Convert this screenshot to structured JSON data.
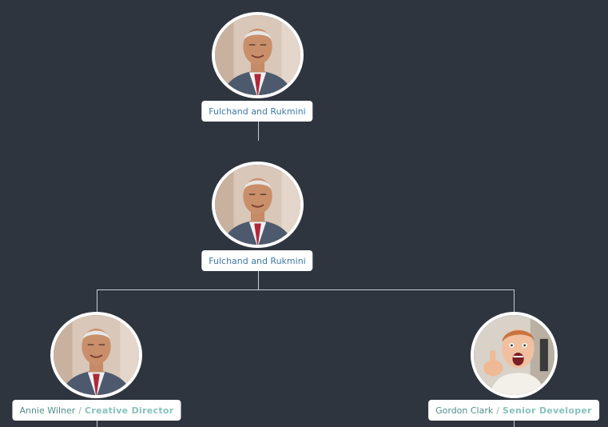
{
  "tree": {
    "root": {
      "name": "Fulchand and Rukmini",
      "photo": "elderly-man-portrait"
    },
    "level2": {
      "name": "Fulchand and Rukmini",
      "photo": "elderly-man-portrait"
    },
    "children": [
      {
        "name": "Annie Wilner",
        "separator": "/",
        "role": "Creative Director",
        "photo": "elderly-man-portrait"
      },
      {
        "name": "Gordon Clark",
        "separator": "/",
        "role": "Senior Developer",
        "photo": "excited-young-man-portrait"
      }
    ]
  },
  "colors": {
    "background": "#2e353e",
    "connector": "#c6ccd2",
    "card": "#ffffff",
    "name_blue": "#3f79a4",
    "name_teal": "#4f8f8a",
    "role_teal": "#88c2bc"
  }
}
